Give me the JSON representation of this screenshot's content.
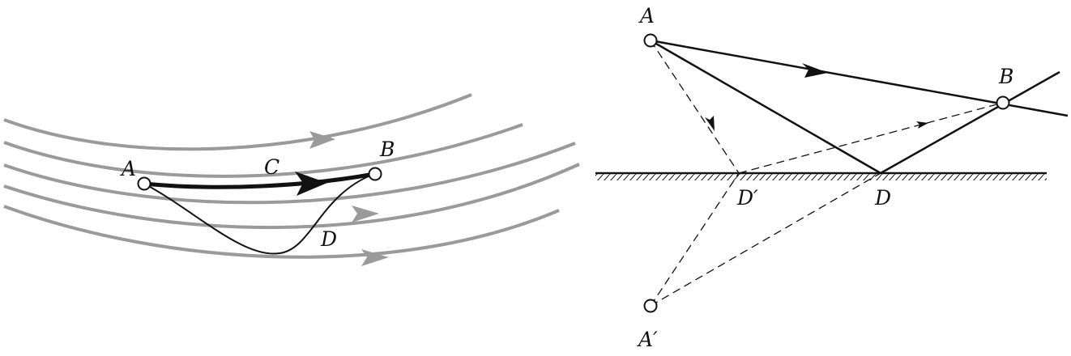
{
  "colors": {
    "ink": "#111111",
    "field_line": "#9a9a9a",
    "background": "#ffffff"
  },
  "left_figure": {
    "labels": {
      "A": "A",
      "B": "B",
      "C": "C",
      "D": "D"
    }
  },
  "right_figure": {
    "labels": {
      "A": "A",
      "B": "B",
      "D": "D",
      "D_prime": "D′",
      "A_prime": "A′"
    }
  }
}
